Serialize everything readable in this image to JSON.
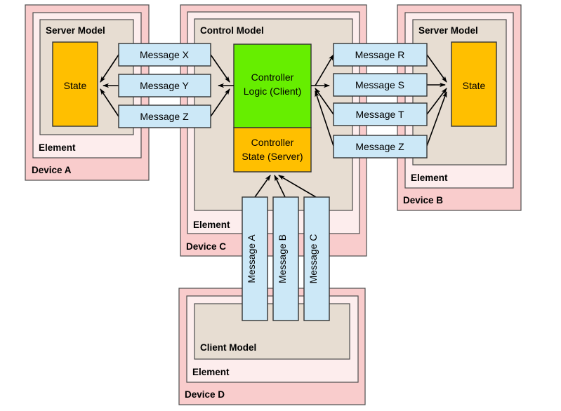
{
  "diagram": {
    "title": "Device / Element / Model messaging diagram",
    "colors": {
      "device_fill": "#F9CCCC",
      "element_fill": "#FDEDED",
      "model_fill": "#E7DDD2",
      "state_fill": "#FFBF00",
      "logic_fill": "#66EE00",
      "message_fill": "#CCE8F7",
      "border": "#4D4D4D",
      "text": "#000000"
    },
    "devices": [
      {
        "id": "device-a",
        "label": "Device A",
        "element_label": "Element",
        "model_label": "Server Model",
        "nodes": [
          {
            "id": "state-a",
            "label": "State",
            "kind": "state"
          }
        ]
      },
      {
        "id": "device-c",
        "label": "Device C",
        "element_label": "Element",
        "model_label": "Control Model",
        "nodes": [
          {
            "id": "controller-logic",
            "label_line1": "Controller",
            "label_line2": "Logic (Client)",
            "kind": "logic"
          },
          {
            "id": "controller-state",
            "label_line1": "Controller",
            "label_line2": "State (Server)",
            "kind": "state"
          }
        ]
      },
      {
        "id": "device-b",
        "label": "Device B",
        "element_label": "Element",
        "model_label": "Server Model",
        "nodes": [
          {
            "id": "state-b",
            "label": "State",
            "kind": "state"
          }
        ]
      },
      {
        "id": "device-d",
        "label": "Device D",
        "element_label": "Element",
        "model_label": "Client Model",
        "nodes": []
      }
    ],
    "messages_left": [
      {
        "id": "message-x",
        "label": "Message X"
      },
      {
        "id": "message-y",
        "label": "Message Y"
      },
      {
        "id": "message-z-left",
        "label": "Message Z"
      }
    ],
    "messages_right": [
      {
        "id": "message-r",
        "label": "Message R"
      },
      {
        "id": "message-s",
        "label": "Message S"
      },
      {
        "id": "message-t",
        "label": "Message T"
      },
      {
        "id": "message-z-right",
        "label": "Message Z"
      }
    ],
    "messages_vertical": [
      {
        "id": "message-a",
        "label": "Message A"
      },
      {
        "id": "message-b",
        "label": "Message B"
      },
      {
        "id": "message-c",
        "label": "Message C"
      }
    ]
  }
}
